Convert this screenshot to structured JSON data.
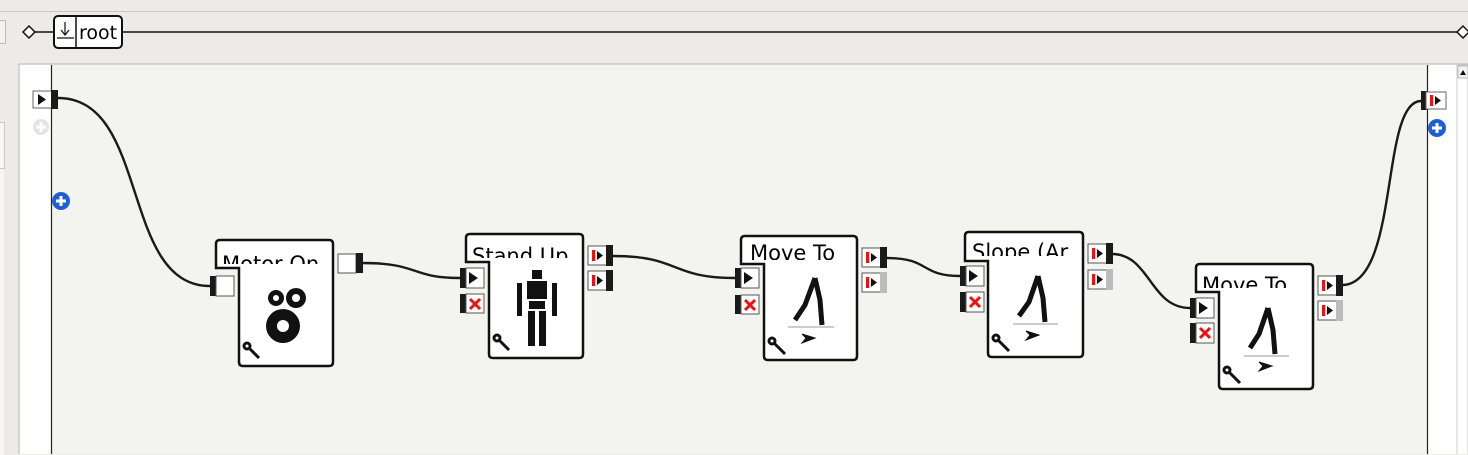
{
  "breadcrumb": {
    "root_label": "root"
  },
  "boxes": [
    {
      "title": "Motor On",
      "icon": "gears-icon"
    },
    {
      "title": "Stand Up",
      "icon": "robot-standing-icon"
    },
    {
      "title": "Move To",
      "icon": "robot-walking-icon"
    },
    {
      "title": "Slope (Ar",
      "icon": "robot-walking-icon"
    },
    {
      "title": "Move To",
      "icon": "robot-walking-icon"
    }
  ],
  "colors": {
    "canvas": "#f3f3ef",
    "wire": "#1a1a1a",
    "add_button": "#1f5fd6",
    "stop_red": "#ee1111"
  }
}
